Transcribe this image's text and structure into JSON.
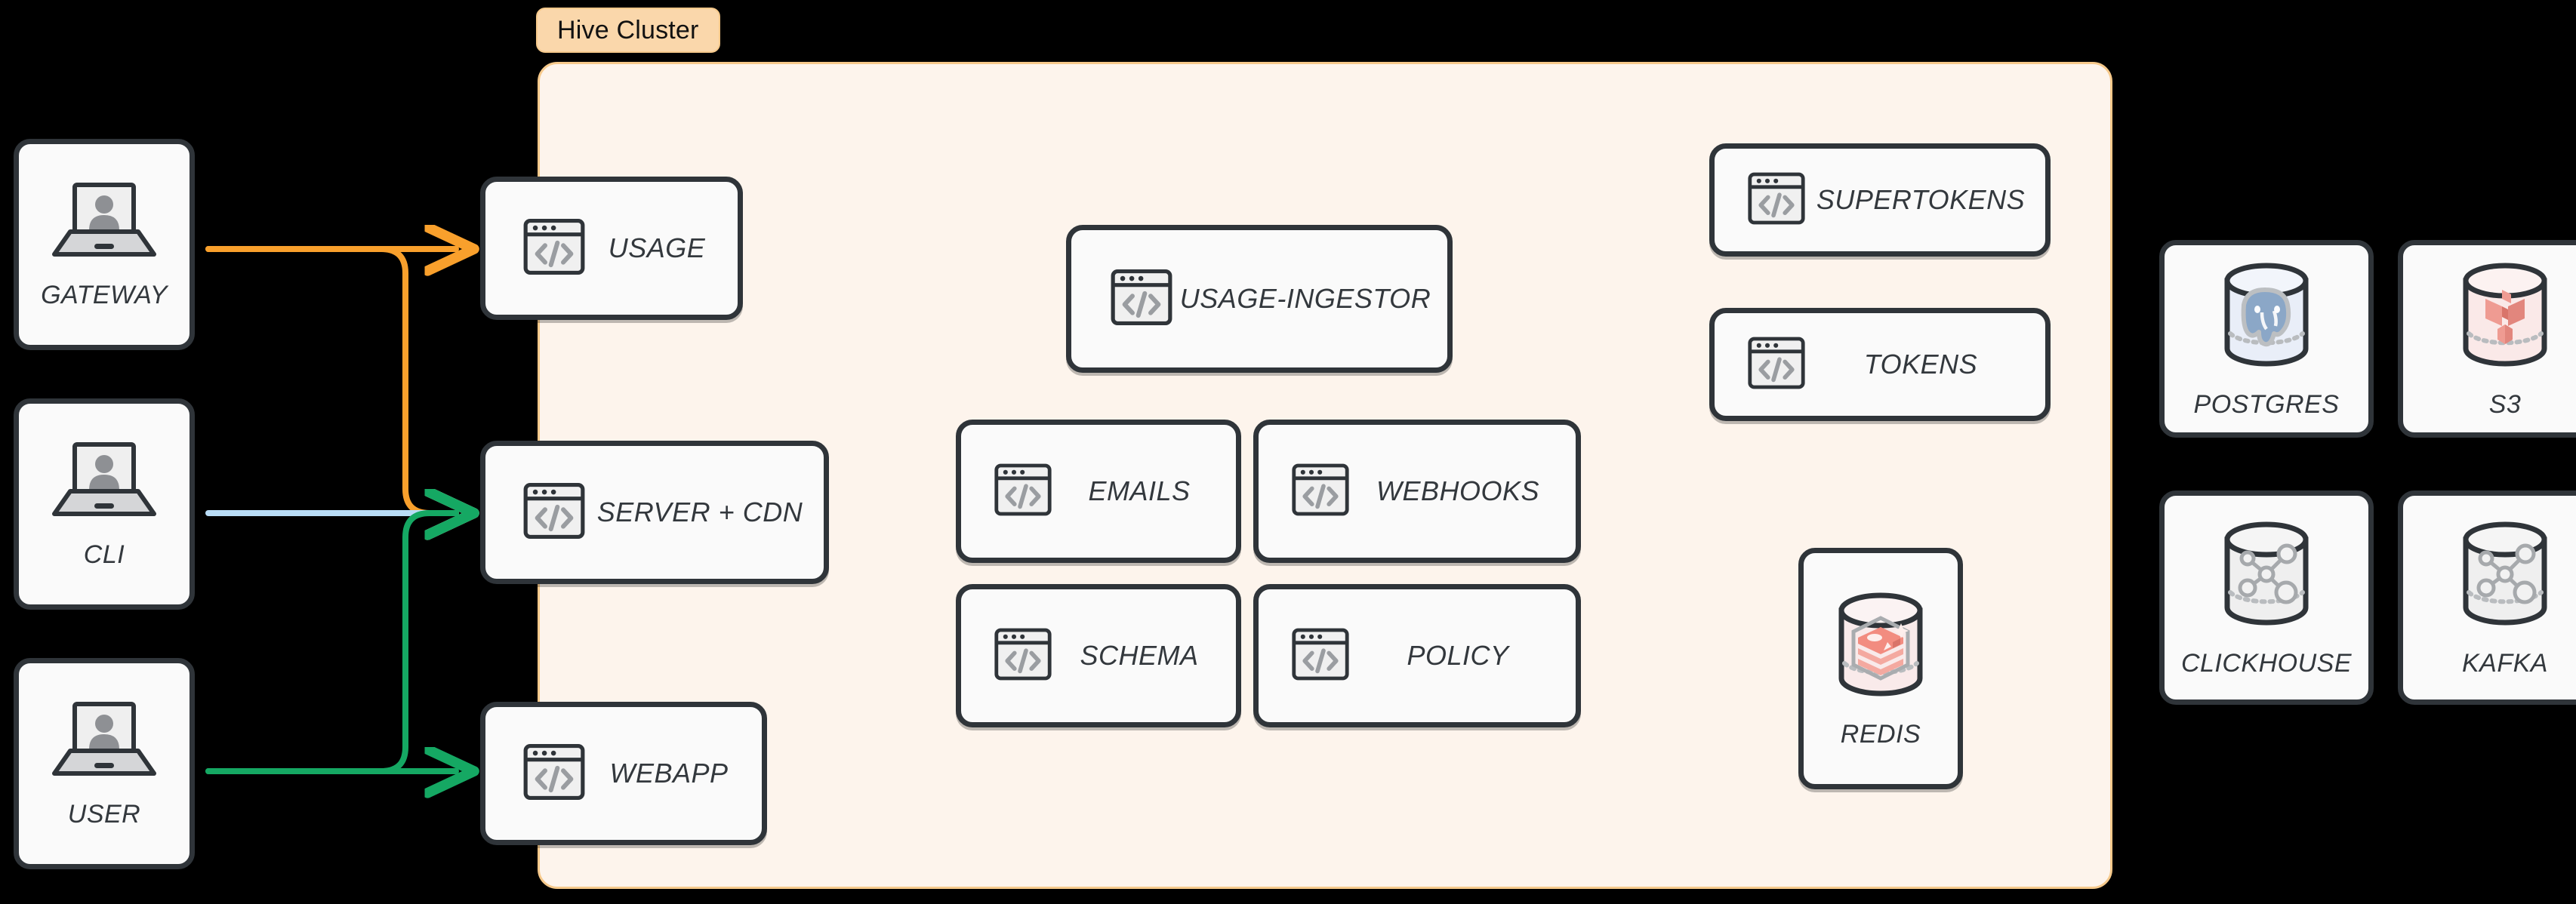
{
  "cluster": {
    "badge_label": "Hive Cluster",
    "panel_bg": "#fdf4ec",
    "panel_border": "#f6c98b",
    "badge_bg": "#fad7ab"
  },
  "clients": [
    {
      "id": "gateway",
      "label": "GATEWAY",
      "icon": "laptop-user-icon"
    },
    {
      "id": "cli",
      "label": "CLI",
      "icon": "laptop-user-icon"
    },
    {
      "id": "user",
      "label": "USER",
      "icon": "laptop-user-icon"
    }
  ],
  "edge_services": [
    {
      "id": "usage",
      "label": "USAGE",
      "icon": "code-window-icon"
    },
    {
      "id": "server-cdn",
      "label": "SERVER + CDN",
      "icon": "code-window-icon"
    },
    {
      "id": "webapp",
      "label": "WEBAPP",
      "icon": "code-window-icon"
    }
  ],
  "core_services": [
    {
      "id": "usage-ingestor",
      "label": "USAGE-INGESTOR",
      "icon": "code-window-icon"
    },
    {
      "id": "emails",
      "label": "EMAILS",
      "icon": "code-window-icon"
    },
    {
      "id": "webhooks",
      "label": "WEBHOOKS",
      "icon": "code-window-icon"
    },
    {
      "id": "schema",
      "label": "SCHEMA",
      "icon": "code-window-icon"
    },
    {
      "id": "policy",
      "label": "POLICY",
      "icon": "code-window-icon"
    }
  ],
  "auth_services": [
    {
      "id": "supertokens",
      "label": "SUPERTOKENS",
      "icon": "code-window-icon"
    },
    {
      "id": "tokens",
      "label": "TOKENS",
      "icon": "code-window-icon"
    }
  ],
  "cluster_stores": [
    {
      "id": "redis",
      "label": "REDIS",
      "icon": "redis-database-icon"
    }
  ],
  "external_stores": [
    {
      "id": "postgres",
      "label": "POSTGRES",
      "icon": "postgres-database-icon"
    },
    {
      "id": "s3",
      "label": "S3",
      "icon": "s3-database-icon"
    },
    {
      "id": "clickhouse",
      "label": "CLICKHOUSE",
      "icon": "clickhouse-database-icon"
    },
    {
      "id": "kafka",
      "label": "KAFKA",
      "icon": "kafka-database-icon"
    }
  ],
  "connections": [
    {
      "id": "gateway-to-usage",
      "from": "GATEWAY",
      "to": "USAGE",
      "color": "#f9a02c"
    },
    {
      "id": "gateway-to-server-cdn",
      "from": "GATEWAY",
      "to": "SERVER + CDN",
      "color": "#f9a02c"
    },
    {
      "id": "cli-to-server-cdn",
      "from": "CLI",
      "to": "SERVER + CDN",
      "color": "#b9dcf6"
    },
    {
      "id": "user-to-server-cdn",
      "from": "USER",
      "to": "SERVER + CDN",
      "color": "#15a863"
    },
    {
      "id": "user-to-webapp",
      "from": "USER",
      "to": "WEBAPP",
      "color": "#15a863"
    }
  ],
  "colors": {
    "background": "#000000",
    "card_bg": "#fafafa",
    "card_border": "#2f3439",
    "text": "#33383d",
    "orange": "#f9a02c",
    "blue": "#b9dcf6",
    "green": "#15a863"
  }
}
